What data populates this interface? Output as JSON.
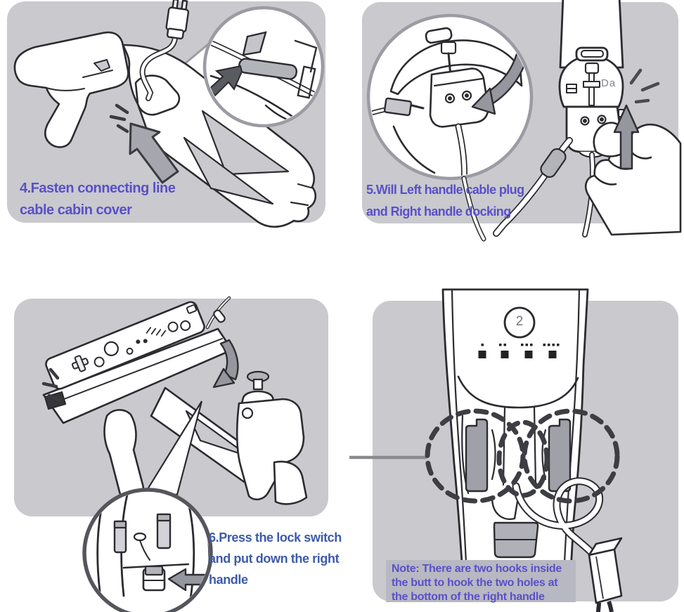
{
  "colors": {
    "panel_gray": "#c9c9ce",
    "ink": "#2b2b30",
    "arrow_gray": "#a0a0a8",
    "accent_purple": "#5a50c8",
    "accent_blue": "#3c5ba9",
    "note_box": "#b8b8c2"
  },
  "panel_step4": {
    "caption_line1": "4.Fasten connecting line",
    "caption_line2": "cable cabin cover"
  },
  "panel_step5": {
    "caption_line1": "5.Will Left handle cable plug",
    "caption_line2": "and Right handle docking",
    "dock_label": "Da"
  },
  "panel_step6": {
    "caption_line1": "6.Press the lock switch",
    "caption_line2": "and put down the right",
    "caption_line3": "handle"
  },
  "panel_note": {
    "line1": "Note: There are two hooks inside",
    "line2": "the butt to hook the two holes at",
    "line3": "the bottom of the right handle",
    "button_label": "2"
  }
}
